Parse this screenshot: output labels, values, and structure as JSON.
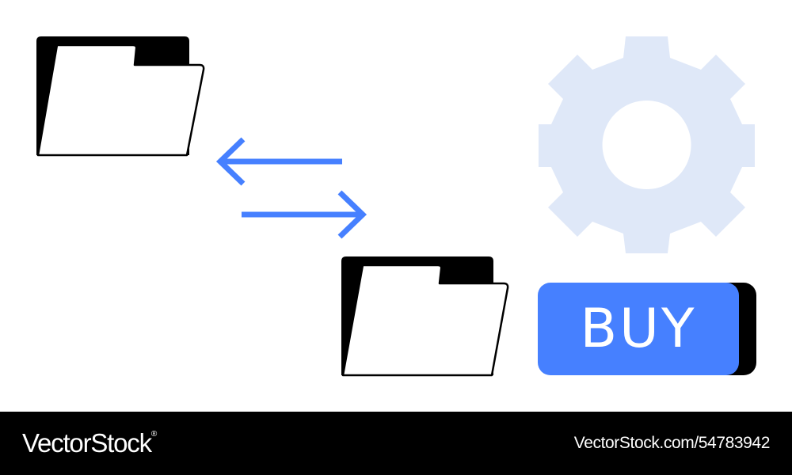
{
  "illustration": {
    "buy_label": "BUY",
    "icons": [
      "folder-icon",
      "folder-icon",
      "arrow-left-icon",
      "arrow-right-icon",
      "gear-icon"
    ]
  },
  "colors": {
    "accent": "#4680ff",
    "gear": "#dfe8f8",
    "outline": "#000000",
    "background": "#ffffff",
    "footer": "#000000"
  },
  "footer": {
    "brand": "VectorStock",
    "trademark": "®",
    "image_id": "VectorStock.com/54783942"
  }
}
